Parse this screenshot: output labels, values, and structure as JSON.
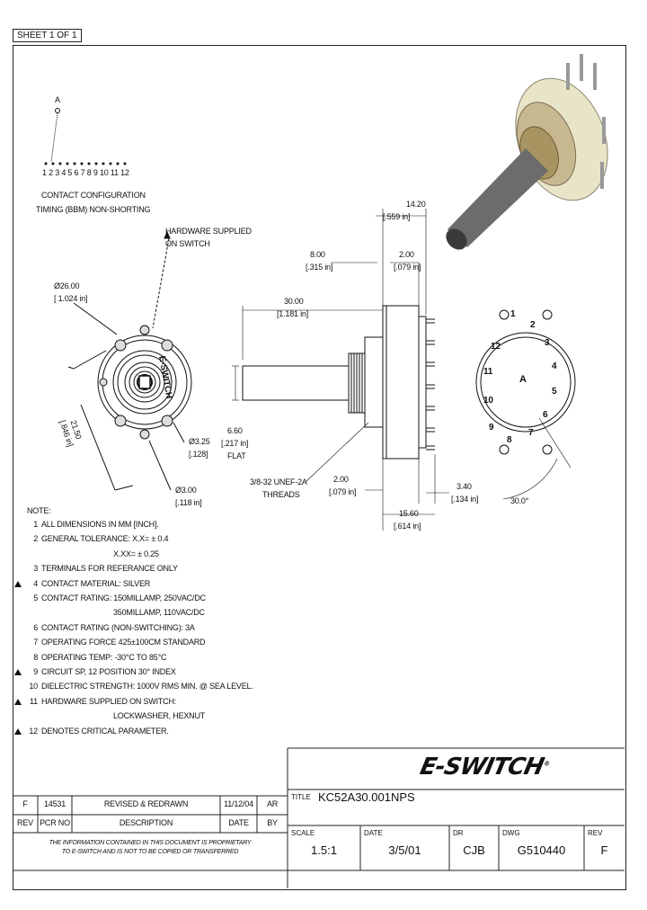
{
  "sheet_label": "SHEET 1 OF 1",
  "contact_config": {
    "pin_a": "A",
    "pins": "1 2 3 4 5 6 7 8 9 10 11 12",
    "label1": "CONTACT CONFIGURATION",
    "label2": "TIMING (BBM) NON-SHORTING"
  },
  "front_view": {
    "hardware_note1": "HARDWARE SUPPLIED",
    "hardware_note2": "ON SWITCH",
    "dia_mm": "Ø26.00",
    "dia_in": "[ 1.024 in]",
    "dia2_mm": "Ø3.25",
    "dia2_in": "[.128]",
    "dia3_mm": "Ø3.00",
    "dia3_in": "[.118 in]",
    "bolt_mm": "21.50",
    "bolt_in": "[.846 in]",
    "brand_text": "E-SWITCH"
  },
  "side_view": {
    "d1_mm": "14.20",
    "d1_in": "[.559 in]",
    "d2_mm": "8.00",
    "d2_in": "[.315 in]",
    "d3_mm": "2.00",
    "d3_in": "[.079 in]",
    "d4_mm": "30.00",
    "d4_in": "[1.181 in]",
    "d5_mm": "6.60",
    "d5_in": "[.217 in]",
    "d5_label": "FLAT",
    "thread1": "3/8-32 UNEF-2A",
    "thread2": "THREADS",
    "d6_mm": "2.00",
    "d6_in": "[.079 in]",
    "d7_mm": "3.40",
    "d7_in": "[.134 in]",
    "d8_mm": "15.60",
    "d8_in": "[.614 in]"
  },
  "rear_view": {
    "index_angle": "30.0°",
    "terminals": [
      "1",
      "2",
      "3",
      "4",
      "5",
      "6",
      "7",
      "8",
      "9",
      "10",
      "11",
      "12",
      "A"
    ]
  },
  "notes": {
    "heading": "NOTE:",
    "items": [
      {
        "num": "1",
        "text": "ALL DIMENSIONS IN MM [INCH].",
        "flag": false
      },
      {
        "num": "2",
        "text": "GENERAL TOLERANCE: X.X= ± 0.4",
        "flag": false
      },
      {
        "num": "",
        "text": "X.XX= ± 0.25",
        "flag": false
      },
      {
        "num": "3",
        "text": "TERMINALS FOR REFERANCE ONLY",
        "flag": false
      },
      {
        "num": "4",
        "text": "CONTACT MATERIAL: SILVER",
        "flag": true
      },
      {
        "num": "5",
        "text": "CONTACT RATING: 150MILLAMP, 250VAC/DC",
        "flag": false
      },
      {
        "num": "",
        "text": "350MILLAMP, 110VAC/DC",
        "flag": false
      },
      {
        "num": "6",
        "text": "CONTACT RATING (NON-SWITCHING): 3A",
        "flag": false
      },
      {
        "num": "7",
        "text": "OPERATING FORCE 425±100CM STANDARD",
        "flag": false
      },
      {
        "num": "8",
        "text": "OPERATING TEMP: -30°C TO 85°C",
        "flag": false
      },
      {
        "num": "9",
        "text": "CIRCUIT SP, 12 POSITION 30° INDEX",
        "flag": true
      },
      {
        "num": "10",
        "text": "DIELECTRIC STRENGTH: 1000V RMS MIN. @ SEA LEVEL.",
        "flag": false
      },
      {
        "num": "11",
        "text": "HARDWARE SUPPLIED ON SWITCH:",
        "flag": true
      },
      {
        "num": "",
        "text": "LOCKWASHER, HEXNUT",
        "flag": false
      },
      {
        "num": "12",
        "text": "DENOTES CRITICAL PARAMETER.",
        "flag": true
      }
    ]
  },
  "revision_table": {
    "row": {
      "rev": "F",
      "pcr": "14531",
      "desc": "REVISED & REDRAWN",
      "date": "11/12/04",
      "by": "AR"
    },
    "headers": {
      "rev": "REV",
      "pcr": "PCR NO",
      "desc": "DESCRIPTION",
      "date": "DATE",
      "by": "BY"
    },
    "proprietary1": "THE INFORMATION CONTAINED IN THIS DOCUMENT IS PROPRIETARY",
    "proprietary2": "TO E-SWITCH AND IS NOT TO BE COPIED OR TRANSFERRED"
  },
  "title_block": {
    "logo": "E-SWITCH",
    "logo_mark": "®",
    "title_label": "TITLE",
    "title": "KC52A30.001NPS",
    "scale_label": "SCALE",
    "scale": "1.5:1",
    "date_label": "DATE",
    "date": "3/5/01",
    "dr_label": "DR",
    "dr": "CJB",
    "dwg_label": "DWG",
    "dwg": "G510440",
    "rev_label": "REV",
    "rev": "F"
  }
}
